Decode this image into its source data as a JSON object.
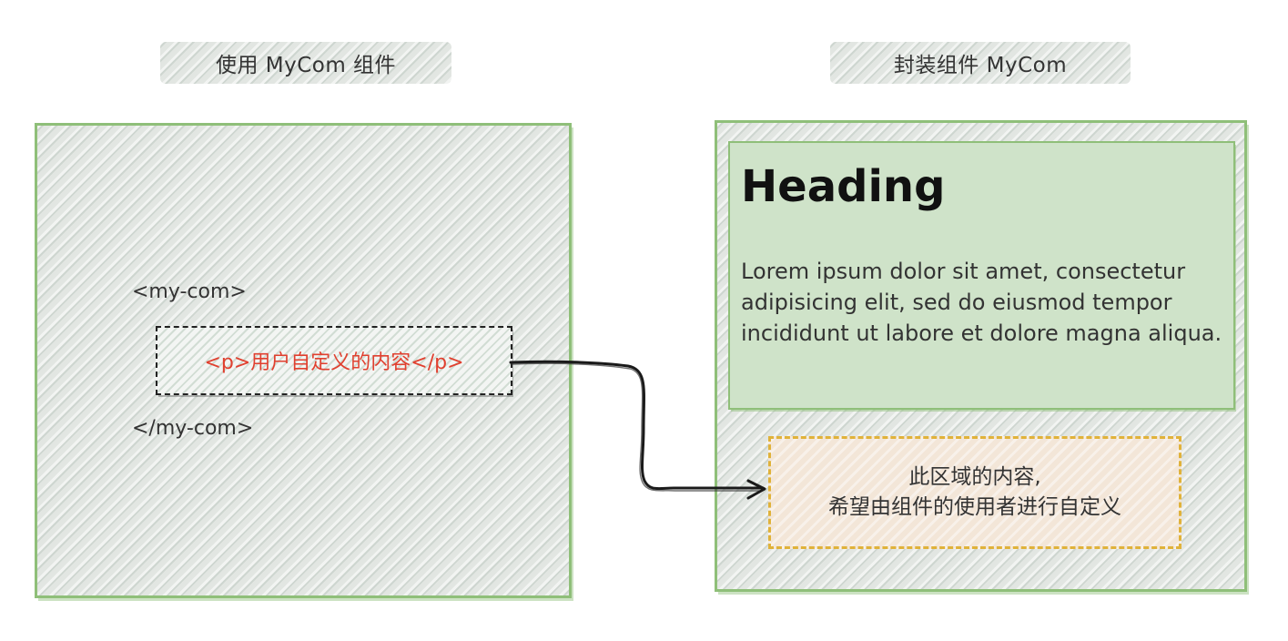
{
  "left_panel": {
    "title": "使用 MyCom 组件",
    "code_open": "<my-com>",
    "slot_content": "<p>用户自定义的内容</p>",
    "code_close": "</my-com>"
  },
  "right_panel": {
    "title": "封装组件 MyCom",
    "card_heading": "Heading",
    "card_body": "Lorem ipsum dolor sit amet, consectetur adipisicing elit, sed do eiusmod tempor incididunt ut labore et dolore magna aliqua.",
    "slot_area_line1": "此区域的内容,",
    "slot_area_line2": "希望由组件的使用者进行自定义"
  },
  "colors": {
    "panel_border": "#8fbf79",
    "card_fill": "#cfe3c9",
    "slot_text": "#e0402f",
    "slot_area_border": "#e0b23a"
  }
}
